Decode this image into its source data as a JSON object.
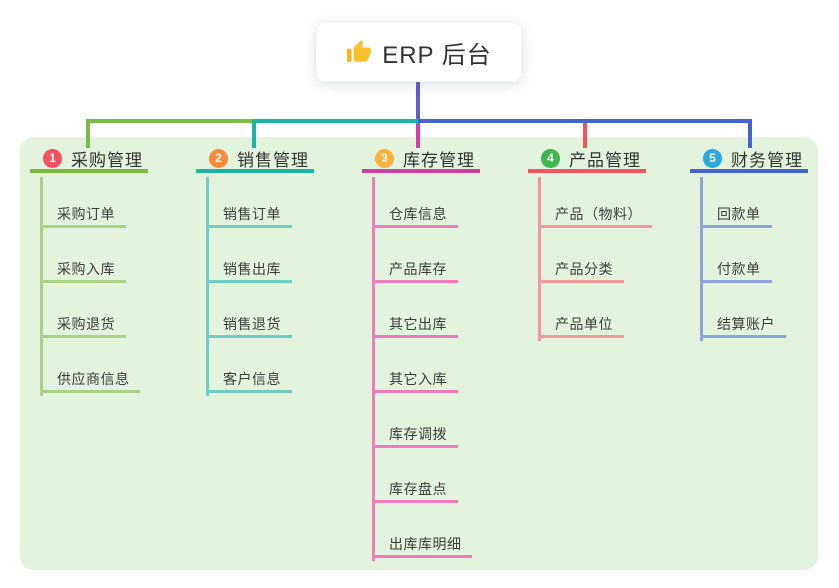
{
  "app": {
    "background_color": "#ffffff",
    "panel_color": "#e3f3de"
  },
  "root": {
    "title": "ERP 后台",
    "icon": "thumbs-up-icon",
    "icon_color": "#fbc02c",
    "stem_color": "#5b5fd0"
  },
  "branches": [
    {
      "index": "1",
      "title": "采购管理",
      "badge_color": "#f5515f",
      "line_color": "#7abb41",
      "child_line_color": "#a9d285",
      "children": [
        "采购订单",
        "采购入库",
        "采购退货",
        "供应商信息"
      ]
    },
    {
      "index": "2",
      "title": "销售管理",
      "badge_color": "#f98b3e",
      "line_color": "#1db3a6",
      "child_line_color": "#6fcdc4",
      "children": [
        "销售订单",
        "销售出库",
        "销售退货",
        "客户信息"
      ]
    },
    {
      "index": "3",
      "title": "库存管理",
      "badge_color": "#fbb13c",
      "line_color": "#cf3da6",
      "child_line_color": "#ee7cbd",
      "children": [
        "仓库信息",
        "产品库存",
        "其它出库",
        "其它入库",
        "库存调拨",
        "库存盘点",
        "出库库明细"
      ]
    },
    {
      "index": "4",
      "title": "产品管理",
      "badge_color": "#3eb54d",
      "line_color": "#f3555c",
      "child_line_color": "#f6979b",
      "children": [
        "产品（物料）",
        "产品分类",
        "产品单位"
      ]
    },
    {
      "index": "5",
      "title": "财务管理",
      "badge_color": "#2ba9e1",
      "line_color": "#4364c8",
      "child_line_color": "#8aa4dc",
      "children": [
        "回款单",
        "付款单",
        "结算账户"
      ]
    }
  ]
}
